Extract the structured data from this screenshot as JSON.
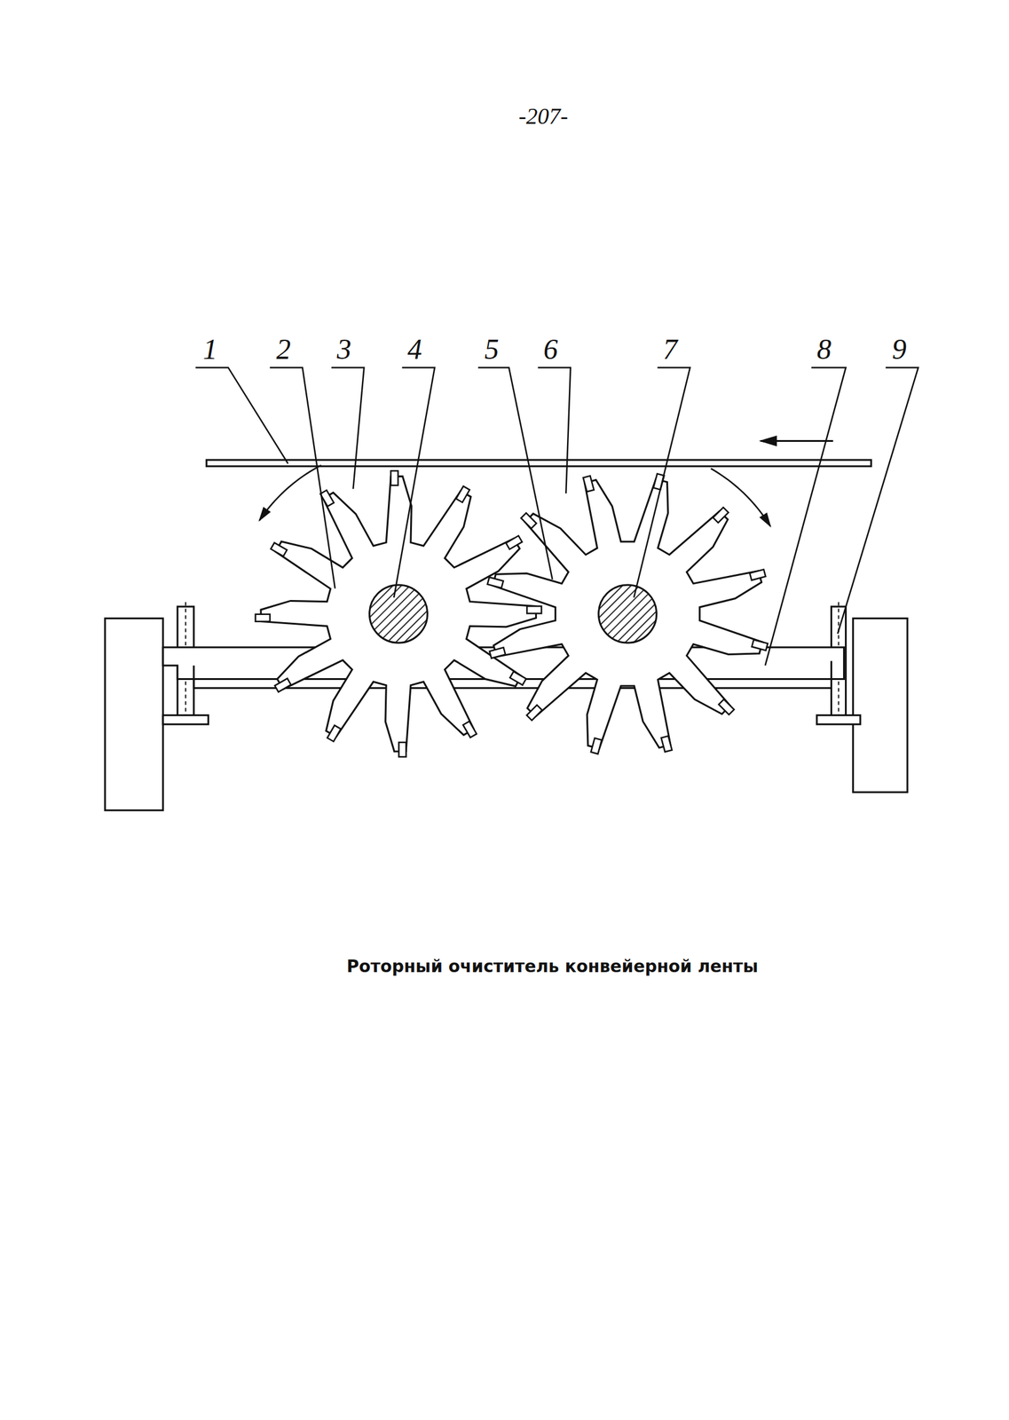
{
  "diagram": {
    "caption": "Роторный очиститель конвейерной ленты",
    "labels": [
      "-207-",
      "1",
      "2",
      "3",
      "4",
      "5",
      "6",
      "7",
      "8",
      "9"
    ]
  }
}
